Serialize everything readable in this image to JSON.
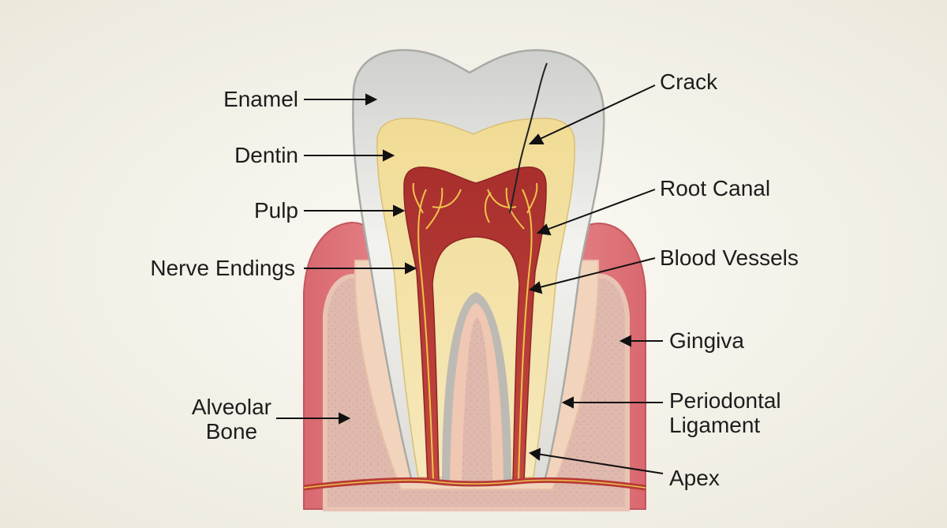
{
  "labels": {
    "enamel": "Enamel",
    "dentin": "Dentin",
    "pulp": "Pulp",
    "nerve_endings": "Nerve Endings",
    "alveolar_bone_1": "Alveolar",
    "alveolar_bone_2": "Bone",
    "crack": "Crack",
    "root_canal": "Root Canal",
    "blood_vessels": "Blood Vessels",
    "gingiva": "Gingiva",
    "periodontal_1": "Periodontal",
    "periodontal_2": "Ligament",
    "apex": "Apex"
  },
  "colors": {
    "background": "#f3f1ea",
    "gingiva": "#e58a8e",
    "bone": "#dfb9ad",
    "ligament": "#f2d4bd",
    "enamel": "#e9e9e6",
    "dentin": "#f4e2a8",
    "pulp": "#b73a36",
    "nerve": "#f0c34a"
  }
}
